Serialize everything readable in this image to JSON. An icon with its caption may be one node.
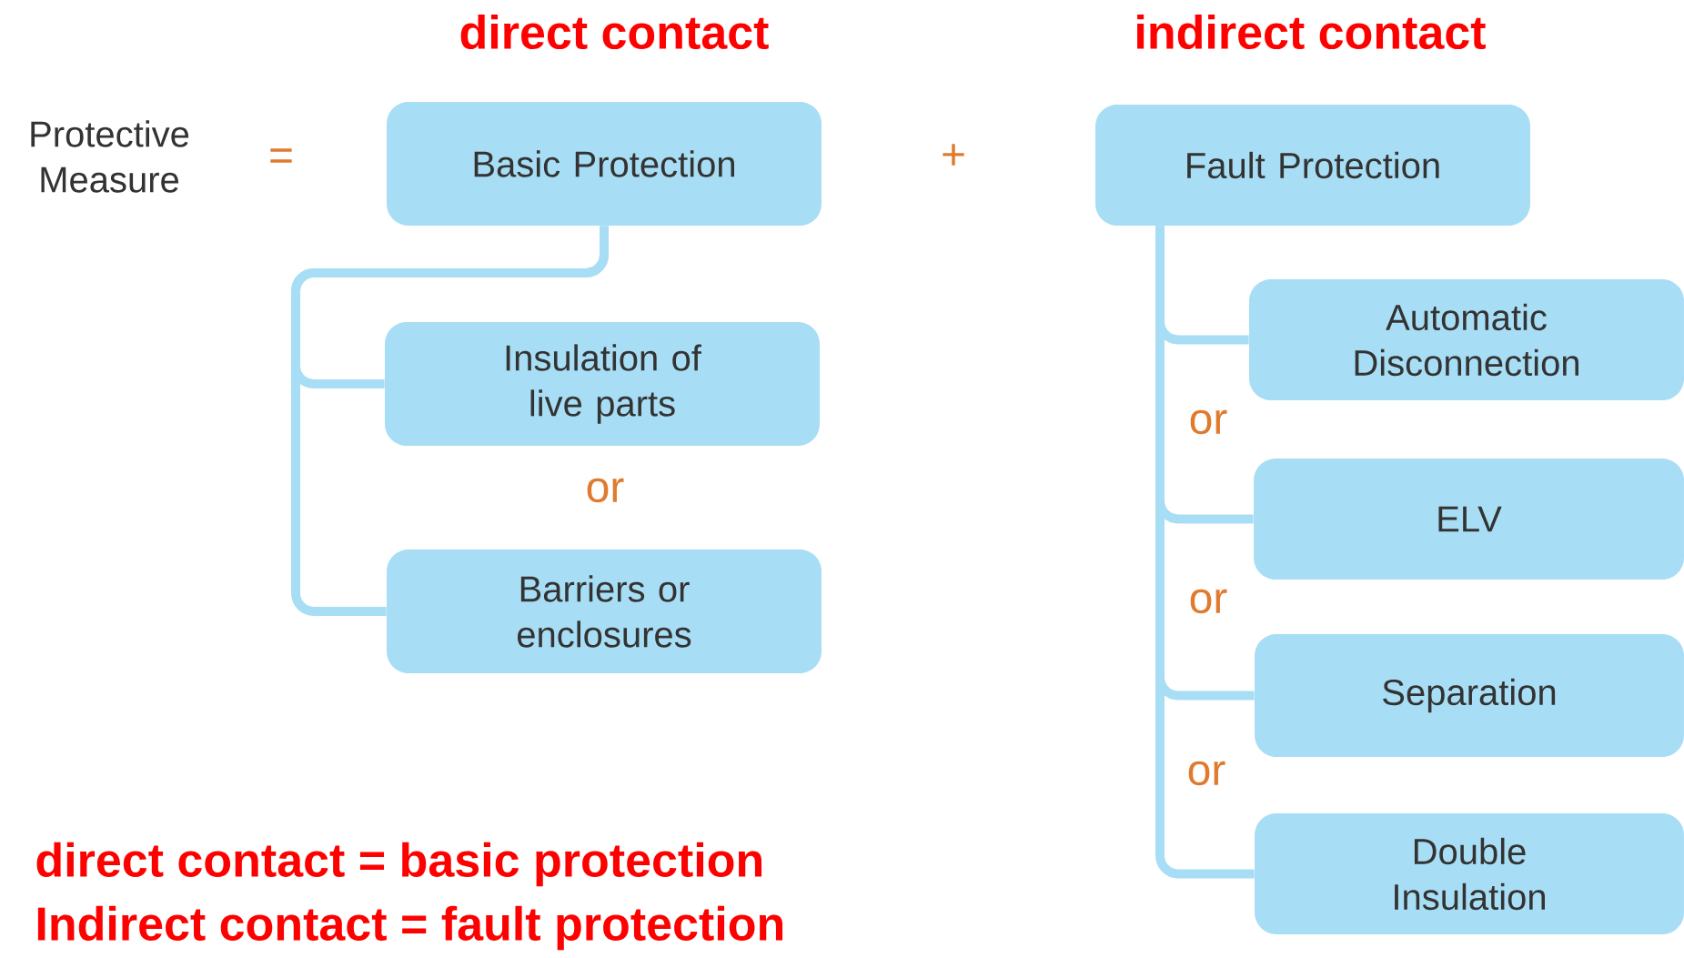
{
  "diagram": {
    "nodes": [
      {
        "text": [
          "Basic Protection"
        ]
      },
      {
        "text": [
          "Insulation of live parts"
        ]
      },
      {
        "text": [
          "Barriers or enclosures"
        ]
      },
      {
        "text": [
          "Fault Protection"
        ]
      },
      {
        "text": [
          "Automatic Disconnection"
        ]
      },
      {
        "text": [
          "ELV"
        ]
      },
      {
        "text": [
          "Separation"
        ]
      },
      {
        "text": [
          "Double Insulation"
        ]
      }
    ],
    "edges": [
      {
        "from": 0,
        "to": 1,
        "arrow": "none"
      },
      {
        "from": 0,
        "to": 2,
        "arrow": "none"
      },
      {
        "from": 3,
        "to": 4,
        "arrow": "none"
      },
      {
        "from": 3,
        "to": 5,
        "arrow": "none"
      },
      {
        "from": 3,
        "to": 6,
        "arrow": "none"
      },
      {
        "from": 3,
        "to": 7,
        "arrow": "none"
      }
    ],
    "labels": [
      "direct contact",
      "indirect contact",
      "Protective Measure",
      "=",
      "+",
      "or",
      "or",
      "or",
      "or",
      "direct contact = basic protection",
      "Indirect contact = fault protection"
    ]
  }
}
